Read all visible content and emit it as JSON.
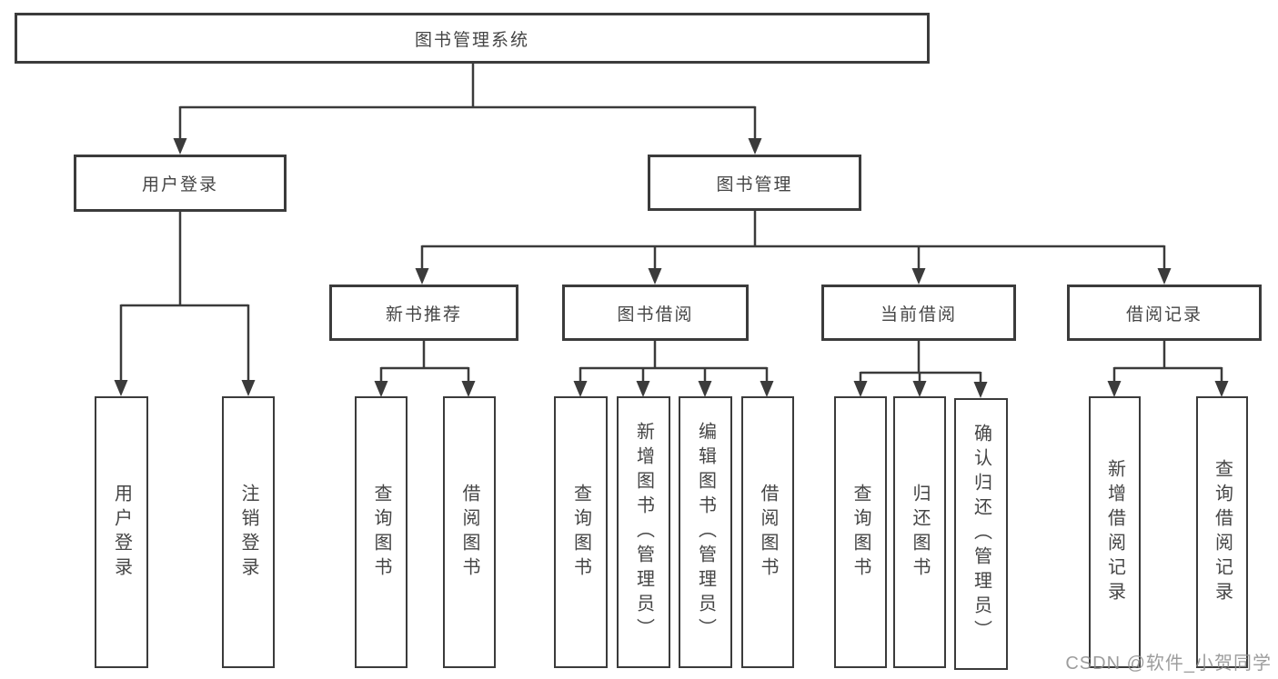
{
  "diagram": {
    "type": "hierarchy",
    "tree": {
      "root": "图书管理系统",
      "children": [
        {
          "label": "用户登录",
          "children": [
            "用户登录",
            "注销登录"
          ]
        },
        {
          "label": "图书管理",
          "children": [
            {
              "label": "新书推荐",
              "children": [
                "查询图书",
                "借阅图书"
              ]
            },
            {
              "label": "图书借阅",
              "children": [
                "查询图书",
                "新增图书（管理员）",
                "编辑图书（管理员）",
                "借阅图书"
              ]
            },
            {
              "label": "当前借阅",
              "children": [
                "查询图书",
                "归还图书",
                "确认归还（管理员）"
              ]
            },
            {
              "label": "借阅记录",
              "children": [
                "新增借阅记录",
                "查询借阅记录"
              ]
            }
          ]
        }
      ]
    },
    "colors": {
      "line": "#3b3b3b",
      "box_border": "#3b3b3b",
      "box_fill": "#ffffff",
      "text": "#454545",
      "watermark": "#8c8c8c"
    }
  },
  "watermark": {
    "text": "CSDN @软件_小贺同学"
  }
}
